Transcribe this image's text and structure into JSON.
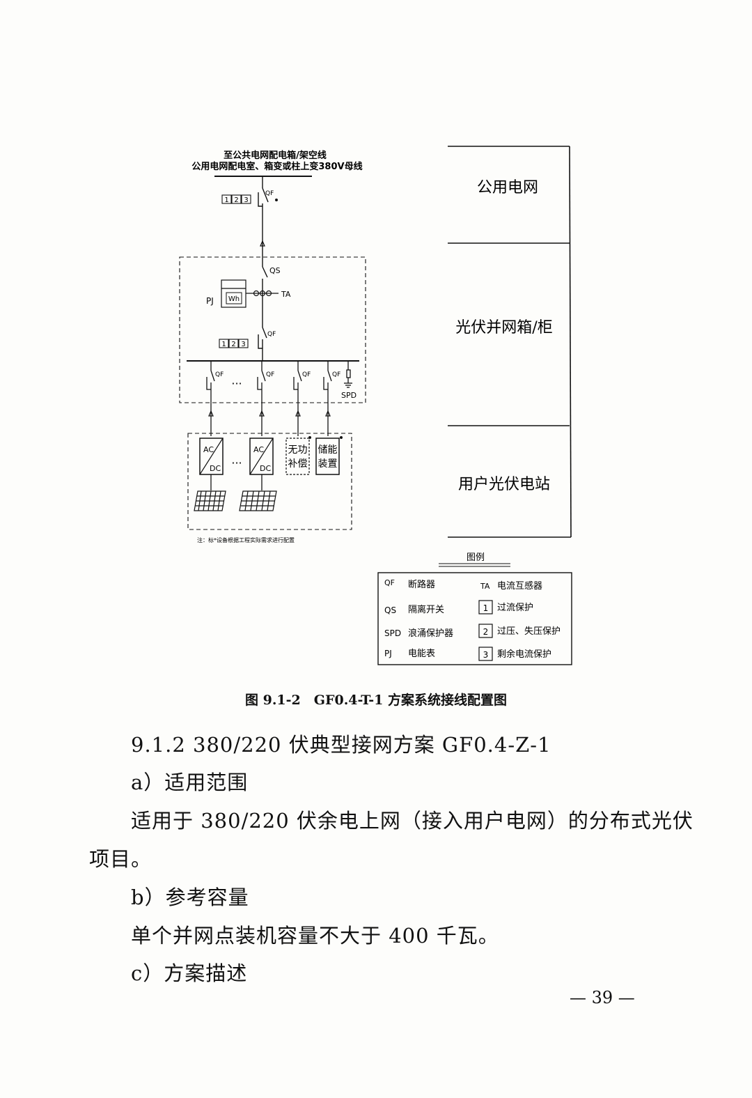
{
  "diagram": {
    "grid_label_line1": "至公共电网配电箱/架空线",
    "grid_label_line2": "公用电网配电室、箱变或柱上变380V母线",
    "qf": "QF",
    "qs": "QS",
    "ta": "TA",
    "pj": "PJ",
    "wh": "Wh",
    "spd": "SPD",
    "prot1": "1",
    "prot2": "2",
    "prot3": "3",
    "ellipsis": "···",
    "ac": "AC",
    "dc": "DC",
    "reactive_line1": "无功",
    "reactive_line2": "补偿",
    "storage_line1": "储能",
    "storage_line2": "装置",
    "note": "注：标*设备根据工程实际需求进行配置"
  },
  "sections": {
    "public_grid": "公用电网",
    "pv_cabinet": "光伏并网箱/柜",
    "user_station": "用户光伏电站"
  },
  "legend": {
    "title": "图例",
    "qf_code": "QF",
    "qf_desc": "断路器",
    "qs_code": "QS",
    "qs_desc": "隔离开关",
    "spd_code": "SPD",
    "spd_desc": "浪涌保护器",
    "pj_code": "PJ",
    "pj_desc": "电能表",
    "ta_code": "TA",
    "ta_desc": "电流互感器",
    "p1_num": "1",
    "p1_desc": "过流保护",
    "p2_num": "2",
    "p2_desc": "过压、失压保护",
    "p3_num": "3",
    "p3_desc": "剩余电流保护"
  },
  "caption": "图 9.1-2　GF0.4-T-1 方案系统接线配置图",
  "body": {
    "heading": "9.1.2 380/220 伏典型接网方案 GF0.4-Z-1",
    "a_label": "a）适用范围",
    "a_text_1": "适用于 380/220 伏余电上网（接入用户电网）的分布式光伏",
    "a_text_2": "项目。",
    "b_label": "b）参考容量",
    "b_text": "单个并网点装机容量不大于 400 千瓦。",
    "c_label": "c）方案描述"
  },
  "page_number": "— 39 —"
}
